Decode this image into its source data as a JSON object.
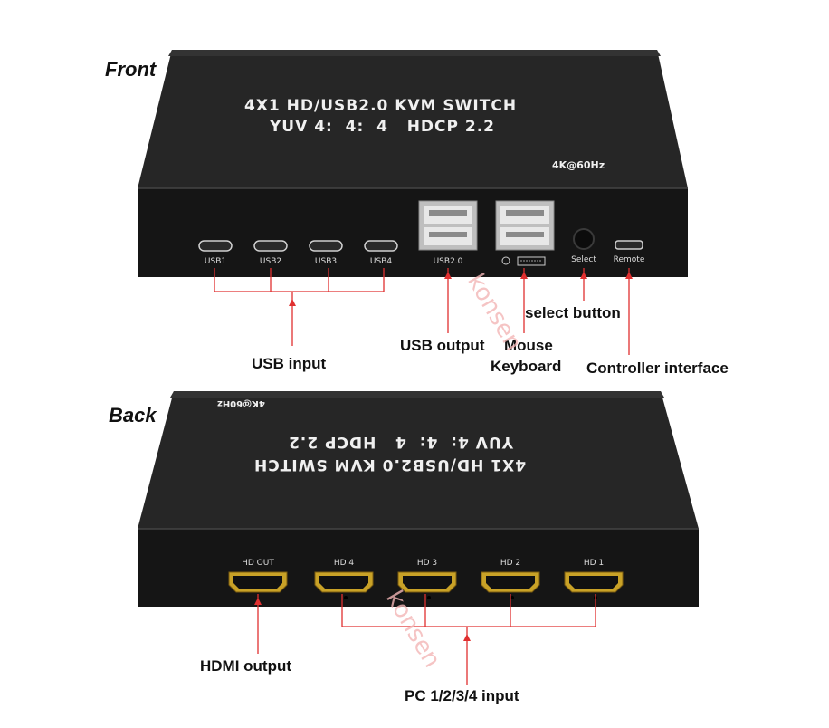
{
  "front": {
    "section_label": "Front",
    "title_line1": "4X1 HD/USB2.0 KVM SWITCH",
    "title_line2": "YUV 4:  4:  4   HDCP 2.2",
    "resolution": "4K@60Hz",
    "ports": {
      "usb1": "USB1",
      "usb2": "USB2",
      "usb3": "USB3",
      "usb4": "USB4",
      "usb20": "USB2.0",
      "select": "Select",
      "remote": "Remote"
    },
    "callouts": {
      "usb_input": "USB input",
      "usb_output": "USB output",
      "mouse": "Mouse",
      "keyboard": "Keyboard",
      "select_button": "select button",
      "controller_interface": "Controller interface"
    }
  },
  "back": {
    "section_label": "Back",
    "title_line1": "4X1 HD/USB2.0 KVM SWITCH",
    "title_line2": "YUV 4:  4:  4   HDCP 2.2",
    "resolution": "4K@60Hz",
    "ports": {
      "hd_out": "HD OUT",
      "hd4": "HD 4",
      "hd3": "HD 3",
      "hd2": "HD 2",
      "hd1": "HD 1"
    },
    "callouts": {
      "hdmi_output": "HDMI output",
      "pc_input": "PC 1/2/3/4 input"
    }
  },
  "watermark": "konsen",
  "colors": {
    "device_body": "#1c1c1c",
    "device_top": "#262626",
    "callout_line": "#e03030",
    "port_metal": "#c8c8c8"
  }
}
